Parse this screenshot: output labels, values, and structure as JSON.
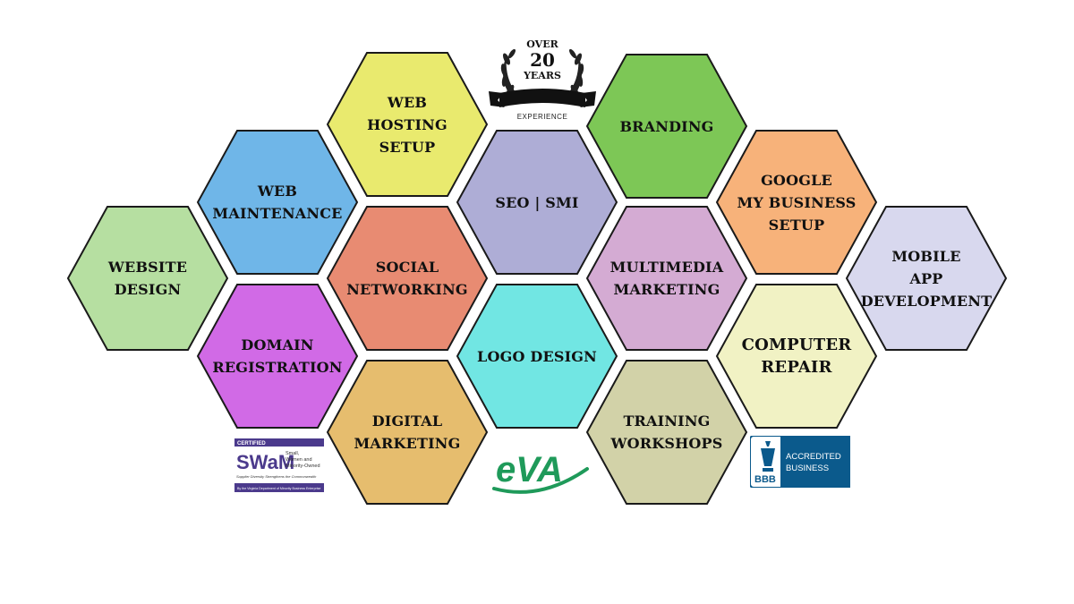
{
  "services": [
    {
      "id": "website-design",
      "lines": [
        "WEBSITE",
        "DESIGN"
      ],
      "color": "#b6dfa1"
    },
    {
      "id": "web-maintenance",
      "lines": [
        "WEB",
        "MAINTENANCE"
      ],
      "color": "#6fb6e8"
    },
    {
      "id": "web-hosting-setup",
      "lines": [
        "WEB",
        "HOSTING",
        "SETUP"
      ],
      "color": "#e9ea6e"
    },
    {
      "id": "domain-registration",
      "lines": [
        "DOMAIN",
        "REGISTRATION"
      ],
      "color": "#d16ae6"
    },
    {
      "id": "social-networking",
      "lines": [
        "SOCIAL",
        "NETWORKING"
      ],
      "color": "#e88b72"
    },
    {
      "id": "seo-smi",
      "lines": [
        "SEO | SMI"
      ],
      "color": "#aeadd6"
    },
    {
      "id": "digital-marketing",
      "lines": [
        "DIGITAL",
        "MARKETING"
      ],
      "color": "#e6bd6e"
    },
    {
      "id": "logo-design",
      "lines": [
        "LOGO DESIGN"
      ],
      "color": "#71e6e3"
    },
    {
      "id": "branding",
      "lines": [
        "BRANDING"
      ],
      "color": "#7dc756"
    },
    {
      "id": "multimedia-marketing",
      "lines": [
        "MULTIMEDIA",
        "MARKETING"
      ],
      "color": "#d4abd3"
    },
    {
      "id": "training-workshops",
      "lines": [
        "TRAINING",
        "WORKSHOPS"
      ],
      "color": "#d2d2a8"
    },
    {
      "id": "google-my-business-setup",
      "lines": [
        "GOOGLE",
        "MY BUSINESS",
        "SETUP"
      ],
      "color": "#f7b27a"
    },
    {
      "id": "computer-repair",
      "lines": [
        "COMPUTER",
        "REPAIR"
      ],
      "color": "#f1f2c4"
    },
    {
      "id": "mobile-app-development",
      "lines": [
        "MOBILE",
        "APP",
        "DEVELOPMENT"
      ],
      "color": "#d8d8ee"
    }
  ],
  "badge": {
    "top": "OVER",
    "number": "20",
    "bottom": "YEARS",
    "caption": "EXPERIENCE"
  },
  "swam": {
    "certified": "CERTIFIED",
    "mark": "SWaM",
    "desc": [
      "Small,",
      "Women and",
      "Minority-Owned"
    ],
    "tagline": "Supplier Diversity Strengthens the Commonwealth",
    "footer": "By the Virginia Department of Minority Business Enterprise"
  },
  "eva": {
    "mark": "eVA"
  },
  "bbb": {
    "mark": "BBB",
    "line1": "ACCREDITED",
    "line2": "BUSINESS"
  }
}
